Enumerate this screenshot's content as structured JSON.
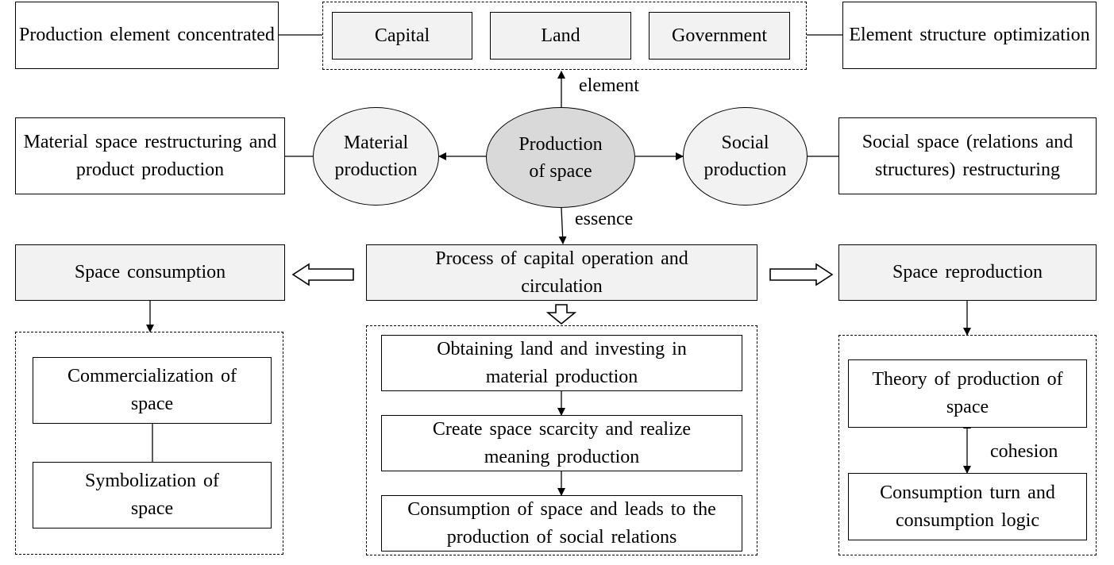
{
  "center": {
    "label": "Production of space"
  },
  "top_boxes": {
    "left": "Production element concentrated",
    "right": "Element structure optimization"
  },
  "elements": [
    "Capital",
    "Land",
    "Government"
  ],
  "edge_labels": {
    "element": "element",
    "essence": "essence",
    "cohesion": "cohesion"
  },
  "middle_row": {
    "material_ellipse": "Material production",
    "social_ellipse": "Social production",
    "material_box": "Material space restructuring and product production",
    "social_box": "Social space (relations and structures) restructuring"
  },
  "process_row": {
    "left": "Space consumption",
    "center": "Process of capital operation and circulation",
    "right": "Space reproduction"
  },
  "left_group": [
    "Commercialization of space",
    "Symbolization of space"
  ],
  "center_group": [
    "Obtaining land and investing in material production",
    "Create space scarcity and realize meaning production",
    "Consumption of space and leads to the production of social relations"
  ],
  "right_group": [
    "Theory of production of space",
    "Consumption turn and consumption logic"
  ]
}
